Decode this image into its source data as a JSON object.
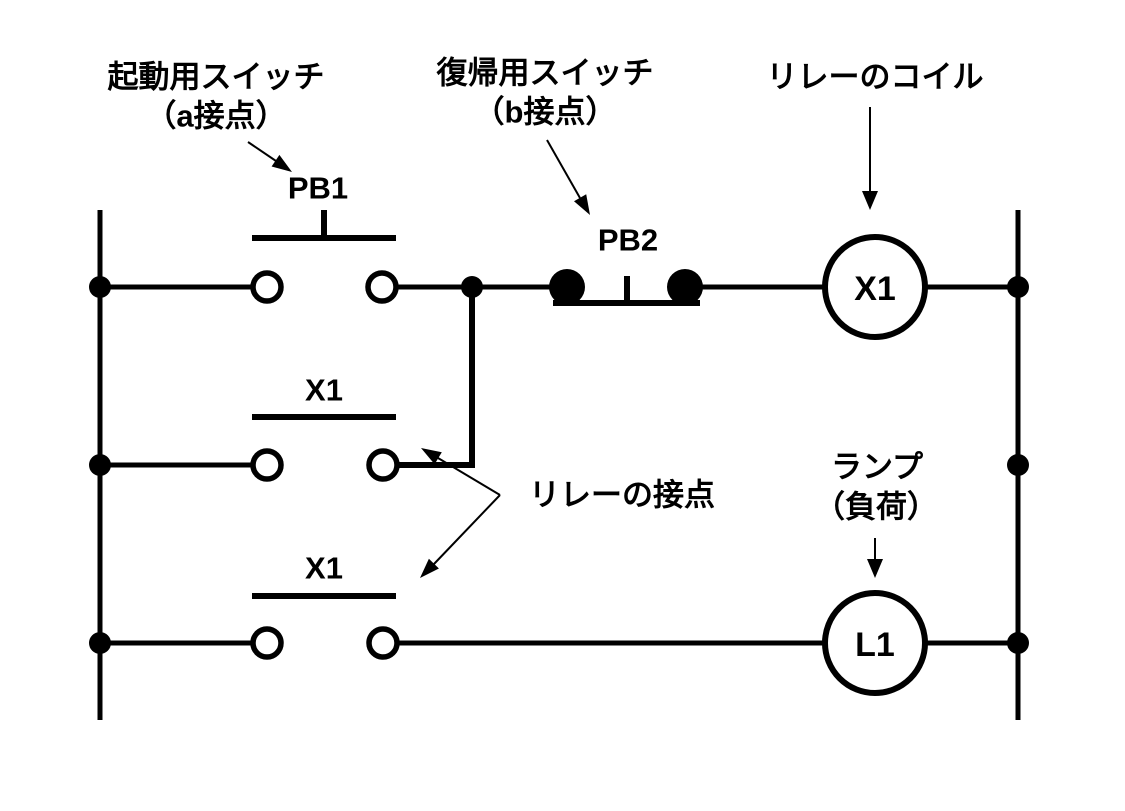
{
  "colors": {
    "line": "#000000",
    "background": "#ffffff"
  },
  "annotations": {
    "start_switch": {
      "line1": "起動用スイッチ",
      "line2": "（a接点）"
    },
    "reset_switch": {
      "line1": "復帰用スイッチ",
      "line2": "（b接点）"
    },
    "relay_coil": {
      "label": "リレーのコイル"
    },
    "relay_contacts": {
      "label": "リレーの接点"
    },
    "lamp": {
      "line1": "ランプ",
      "line2": "（負荷）"
    }
  },
  "components": {
    "pb1": {
      "label": "PB1"
    },
    "pb2": {
      "label": "PB2"
    },
    "coil": {
      "label": "X1"
    },
    "hold_contact": {
      "label": "X1"
    },
    "lamp_contact": {
      "label": "X1"
    },
    "lamp": {
      "label": "L1"
    }
  }
}
